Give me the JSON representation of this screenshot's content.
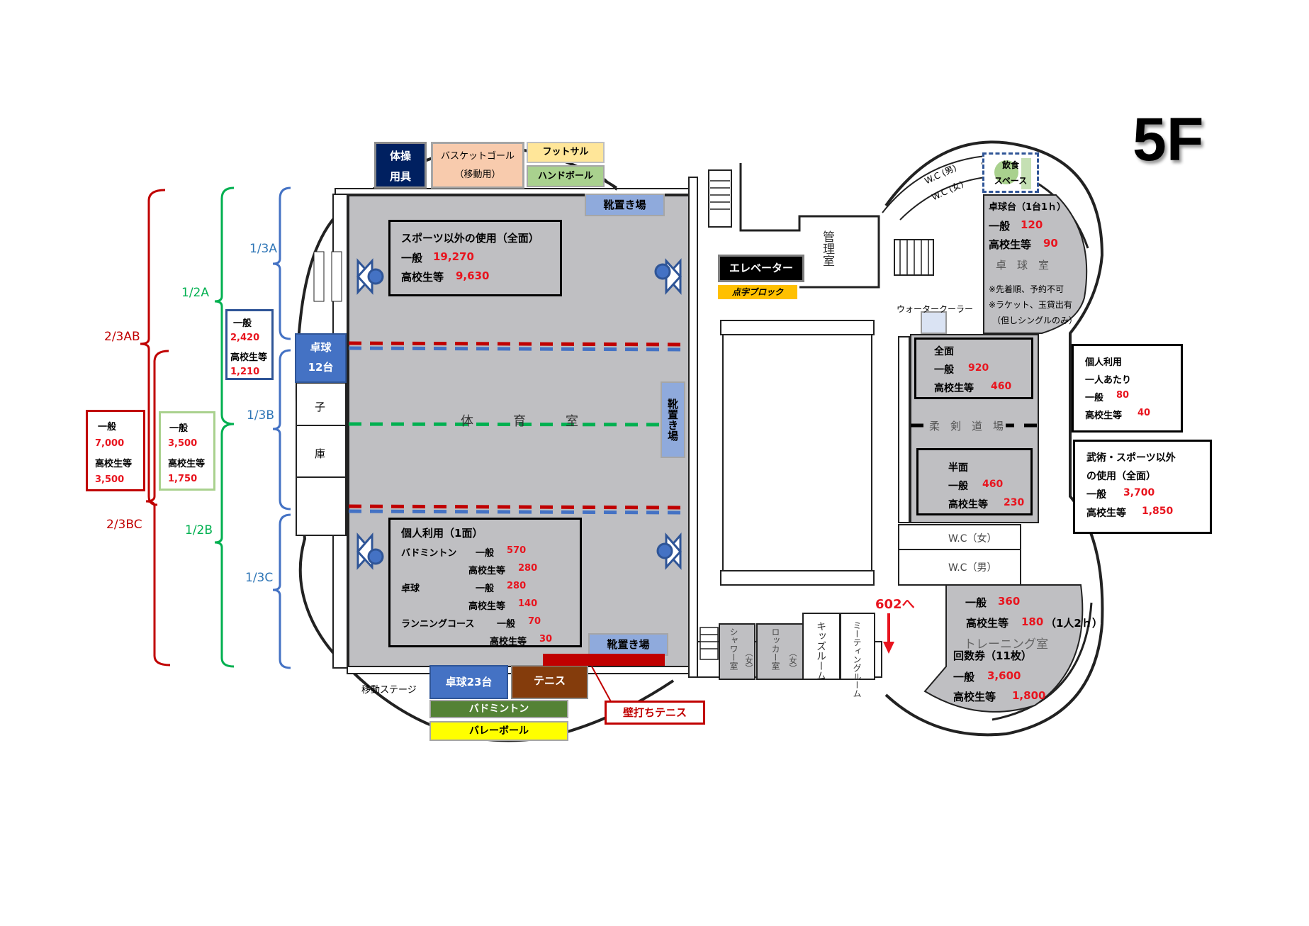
{
  "floor": "5F",
  "brackets": {
    "third_a": "1/3A",
    "third_b": "1/3B",
    "third_c": "1/3C",
    "half_a": "1/2A",
    "half_b": "1/2B",
    "twothirds_ab": "2/3AB",
    "twothirds_bc": "2/3BC"
  },
  "price_third": {
    "general_label": "一般",
    "general": "2,420",
    "student_label": "高校生等",
    "student": "1,210"
  },
  "price_half": {
    "general_label": "一般",
    "general": "3,500",
    "student_label": "高校生等",
    "student": "1,750"
  },
  "price_twothirds": {
    "general_label": "一般",
    "general": "7,000",
    "student_label": "高校生等",
    "student": "3,500"
  },
  "equipment": {
    "gym_tools_1": "体操",
    "gym_tools_2": "用具",
    "basket_1": "バスケットゴール",
    "basket_2": "（移動用）",
    "futsal": "フットサル",
    "handball": "ハンドボール",
    "shoe_rack": "靴置き場",
    "pingpong12_1": "卓球",
    "pingpong12_2": "12台",
    "pingpong23": "卓球23台",
    "tennis": "テニス",
    "badminton": "バドミントン",
    "volleyball": "バレーボール",
    "moving_stage": "移動ステージ",
    "wall_tennis": "壁打ちテニス"
  },
  "storage": {
    "char1": "子",
    "char2": "庫"
  },
  "gym": {
    "name_chars": [
      "体",
      "育",
      "室"
    ],
    "nonsport": {
      "title": "スポーツ以外の使用（全面）",
      "general_label": "一般",
      "general": "19,270",
      "student_label": "高校生等",
      "student": "9,630"
    },
    "personal": {
      "title": "個人利用（1面）",
      "rows": [
        {
          "sport": "バドミントン",
          "label": "一般",
          "price": "570"
        },
        {
          "sport": "",
          "label": "高校生等",
          "price": "280"
        },
        {
          "sport": "卓球",
          "label": "一般",
          "price": "280"
        },
        {
          "sport": "",
          "label": "高校生等",
          "price": "140"
        },
        {
          "sport": "ランニングコース",
          "label": "一般",
          "price": "70"
        },
        {
          "sport": "",
          "label": "高校生等",
          "price": "30"
        }
      ]
    }
  },
  "center": {
    "elevator": "エレベーター",
    "braille": "点字ブロック",
    "office_chars": [
      "管",
      "理",
      "室"
    ],
    "water_cooler": "ウォータークーラー"
  },
  "pingpong_room": {
    "eating_1": "飲食",
    "eating_2": "スペース",
    "wc_m": "W.C (男)",
    "wc_f": "W.C (女)",
    "title": "卓球台（1台1ｈ）",
    "general_label": "一般",
    "general": "120",
    "student_label": "高校生等",
    "student": "90",
    "room": "卓　球　室",
    "note1": "※先着順、予約不可",
    "note2": "※ラケット、玉貸出有",
    "note3": "（但しシングルのみ）"
  },
  "dojo": {
    "full": {
      "title": "全面",
      "general_label": "一般",
      "general": "920",
      "student_label": "高校生等",
      "student": "460"
    },
    "name": "柔　剣　道　場",
    "half": {
      "title": "半面",
      "general_label": "一般",
      "general": "460",
      "student_label": "高校生等",
      "student": "230"
    }
  },
  "dojo_personal": {
    "line1": "個人利用",
    "line2": "一人あたり",
    "general_label": "一般",
    "general": "80",
    "student_label": "高校生等",
    "student": "40"
  },
  "dojo_nonsport": {
    "line1": "武術・スポーツ以外",
    "line2": "の使用（全面）",
    "general_label": "一般",
    "general": "3,700",
    "student_label": "高校生等",
    "student": "1,850"
  },
  "wc": {
    "female": "W.C（女）",
    "male": "W.C（男）"
  },
  "bottom_rooms": {
    "shower": "シャワー室",
    "shower_f": "（女）",
    "locker": "ロッカー室",
    "locker_f": "（女）",
    "kids": "キッズルーム",
    "meeting": "ミーティングルーム",
    "to_602": "602へ"
  },
  "training": {
    "general_label": "一般",
    "general": "360",
    "student_label": "高校生等",
    "student": "180",
    "per": "（1人2ｈ）",
    "room": "トレーニング室",
    "coupon": "回数券（11枚）",
    "coupon_general_label": "一般",
    "coupon_general": "3,600",
    "coupon_student_label": "高校生等",
    "coupon_student": "1,800"
  },
  "colors": {
    "red": "#e8141e",
    "dark_red": "#c00000",
    "green": "#00b050",
    "blue": "#4472c4",
    "navy": "#002060",
    "gray": "#bfbfc2",
    "peach": "#f8cbad",
    "futsal": "#ffe699",
    "handball": "#a9d18e",
    "shoe": "#8faadc",
    "brown": "#843c0c",
    "olive": "#548235",
    "yellow": "#ffff00",
    "braille": "#ffc000"
  }
}
